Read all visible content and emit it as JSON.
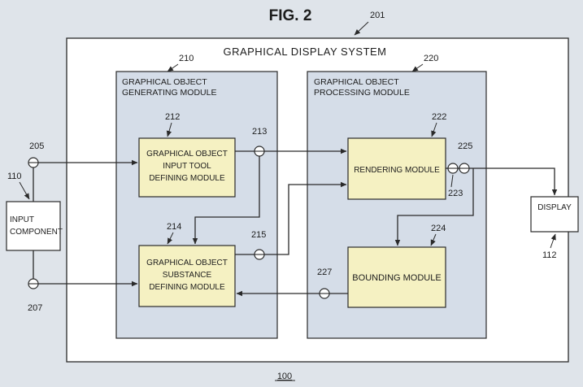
{
  "figure": {
    "title": "FIG. 2"
  },
  "system": {
    "ref": "201",
    "title": "GRAPHICAL DISPLAY SYSTEM",
    "bottom_ref": "100"
  },
  "generating_module": {
    "ref": "210",
    "line1": "GRAPHICAL OBJECT",
    "line2": "GENERATING MODULE"
  },
  "processing_module": {
    "ref": "220",
    "line1": "GRAPHICAL OBJECT",
    "line2": "PROCESSING MODULE"
  },
  "input_tool_module": {
    "ref": "212",
    "line1": "GRAPHICAL OBJECT",
    "line2": "INPUT TOOL",
    "line3": "DEFINING MODULE"
  },
  "substance_module": {
    "ref": "214",
    "line1": "GRAPHICAL OBJECT",
    "line2": "SUBSTANCE",
    "line3": "DEFINING MODULE"
  },
  "rendering_module": {
    "ref": "222",
    "label": "RENDERING MODULE"
  },
  "bounding_module": {
    "ref": "224",
    "label": "BOUNDING MODULE"
  },
  "input_component": {
    "ref": "110",
    "line1": "INPUT",
    "line2": "COMPONENT"
  },
  "display": {
    "ref": "112",
    "label": "DISPLAY"
  },
  "nodes": {
    "n205": "205",
    "n207": "207",
    "n213": "213",
    "n215": "215",
    "n223": "223",
    "n225": "225",
    "n227": "227"
  },
  "colors": {
    "background": "#dfe4ea",
    "system_box": "#ffffff",
    "module_box": "#d5dde8",
    "submodule_box": "#f5f1c2",
    "line": "#2a2a2a"
  }
}
